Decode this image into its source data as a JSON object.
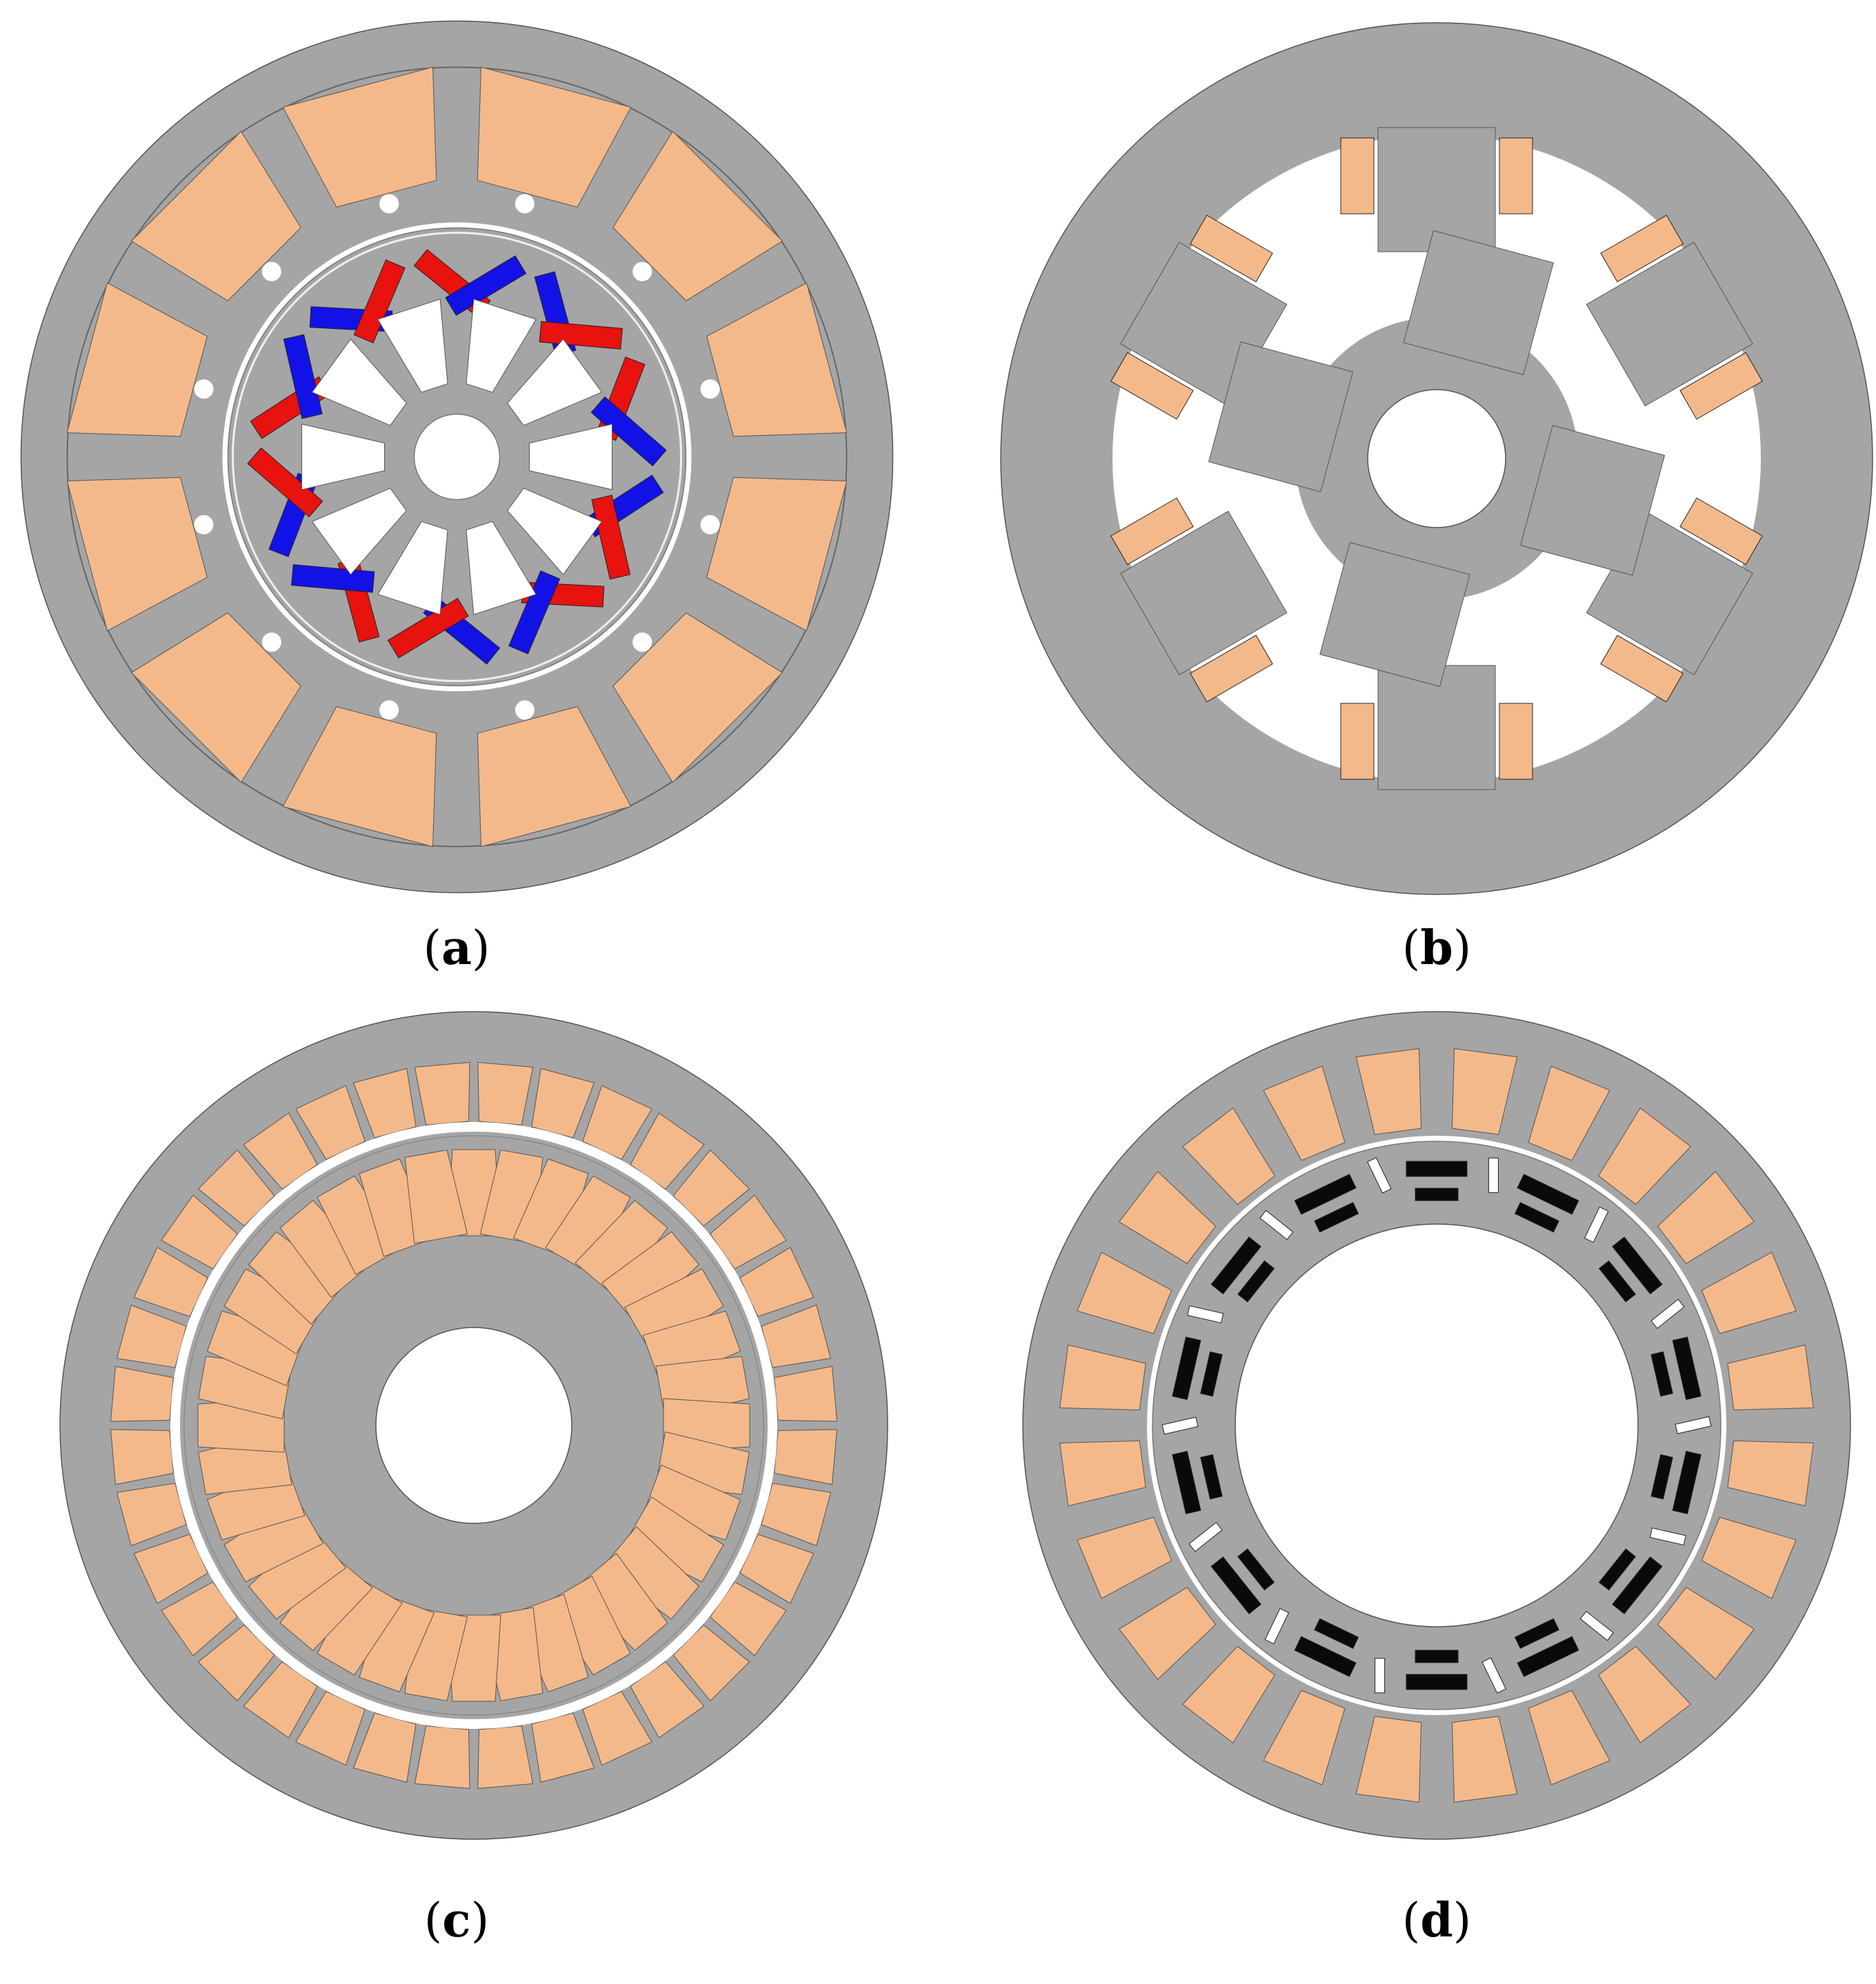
{
  "colors": {
    "steel": "#a5a5a5",
    "copper": "#f4b98a",
    "magnet_red": "#e8120f",
    "magnet_blue": "#1212e6",
    "magnet_black": "#0a0a0a",
    "air": "#ffffff",
    "outline": "#555555"
  },
  "panels": [
    {
      "id": "a",
      "open": "(",
      "letter": "a",
      "close": ")",
      "stator_slots": 12,
      "rotor_poles": 10
    },
    {
      "id": "b",
      "open": "(",
      "letter": "b",
      "close": ")",
      "stator_poles": 6,
      "rotor_poles": 4
    },
    {
      "id": "c",
      "open": "(",
      "letter": "c",
      "close": ")",
      "outer_slots": 36,
      "inner_slots": 36
    },
    {
      "id": "d",
      "open": "(",
      "letter": "d",
      "close": ")",
      "stator_slots": 24,
      "rotor_poles": 14
    }
  ]
}
